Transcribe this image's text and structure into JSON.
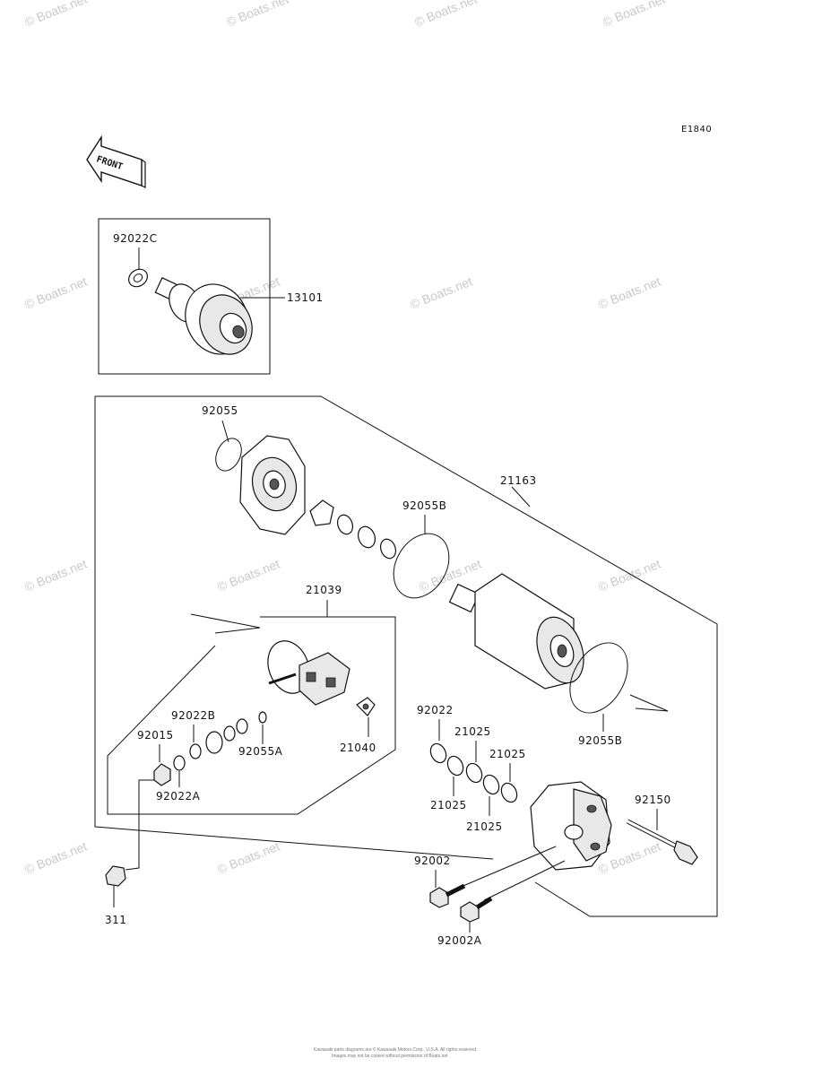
{
  "diagram_code": "E1840",
  "front_marker": "FRONT",
  "watermark": "© Boats.net",
  "footer": {
    "line1": "Kawasaki parts diagrams are © Kawasaki Motors Corp., U.S.A. All rights reserved.",
    "line2": "Images may not be copied without permission of Boats.net"
  },
  "callouts": {
    "p92022C": "92022C",
    "p13101": "13101",
    "p92055": "92055",
    "p21163": "21163",
    "p92055B_top": "92055B",
    "p21039": "21039",
    "p92022B": "92022B",
    "p92015": "92015",
    "p92055A": "92055A",
    "p21040": "21040",
    "p92022A": "92022A",
    "p92022": "92022",
    "p21025_a": "21025",
    "p21025_b": "21025",
    "p21025_c": "21025",
    "p21025_d": "21025",
    "p92055B_bottom": "92055B",
    "p92150": "92150",
    "p92002": "92002",
    "p92002A": "92002A",
    "p311": "311"
  }
}
